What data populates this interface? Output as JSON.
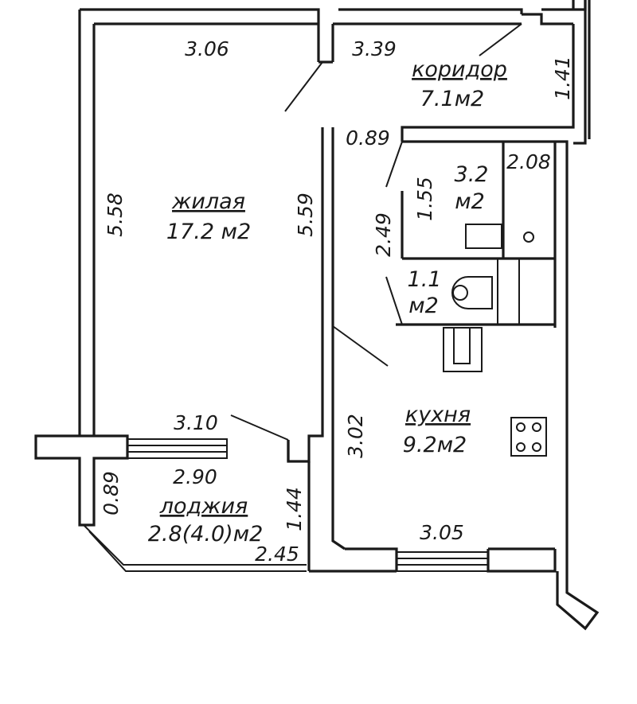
{
  "rooms": {
    "living": {
      "name": "жилая",
      "area": "17.2 м2"
    },
    "corridor": {
      "name": "коридор",
      "area": "7.1м2"
    },
    "bath": {
      "area_num": "3.2",
      "area_unit": "м2"
    },
    "wc": {
      "area_num": "1.1",
      "area_unit": "м2"
    },
    "kitchen": {
      "name": "кухня",
      "area": "9.2м2"
    },
    "loggia": {
      "name": "лоджия",
      "area": "2.8(4.0)м2"
    }
  },
  "dimensions": {
    "living_top": "3.06",
    "corridor_top": "3.39",
    "corridor_side": "1.41",
    "living_left": "5.58",
    "living_right": "5.59",
    "door_089_top": "0.89",
    "bath_right": "2.08",
    "bath_inner": "1.55",
    "bath_side": "2.49",
    "living_bottom": "3.10",
    "kitchen_left": "3.02",
    "kitchen_bottom": "3.05",
    "loggia_top": "2.90",
    "loggia_left": "0.89",
    "loggia_right": "1.44",
    "loggia_bottom": "2.45"
  }
}
